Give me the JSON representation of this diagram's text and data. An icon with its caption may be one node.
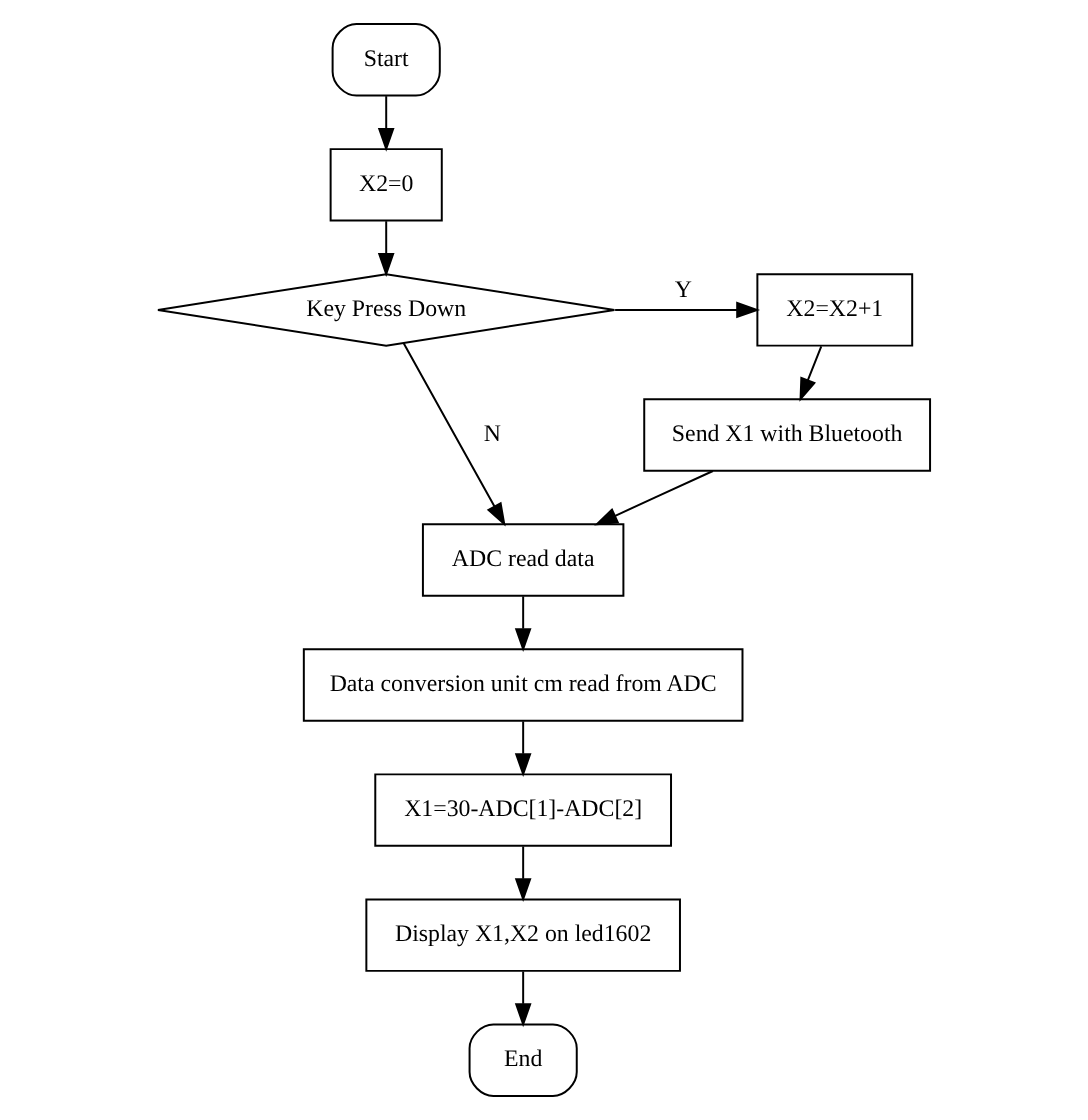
{
  "diagram": {
    "nodes": [
      {
        "text": [
          "Start"
        ]
      },
      {
        "text": [
          "X2=0"
        ]
      },
      {
        "text": [
          "Key Press Down"
        ]
      },
      {
        "text": [
          "X2=X2+1"
        ]
      },
      {
        "text": [
          "Send X1 with Bluetooth"
        ]
      },
      {
        "text": [
          "ADC read data"
        ]
      },
      {
        "text": [
          "Data conversion unit cm read from ADC"
        ]
      },
      {
        "text": [
          "X1=30-ADC[1]-ADC[2]"
        ]
      },
      {
        "text": [
          "Display X1,X2 on led1602"
        ]
      },
      {
        "text": [
          "End"
        ]
      }
    ],
    "edges": [
      {
        "from": 0,
        "to": 1,
        "arrow": "to"
      },
      {
        "from": 1,
        "to": 2,
        "arrow": "to"
      },
      {
        "from": 2,
        "to": 3,
        "arrow": "to",
        "label": "Y"
      },
      {
        "from": 3,
        "to": 4,
        "arrow": "to"
      },
      {
        "from": 2,
        "to": 5,
        "arrow": "to",
        "label": "N"
      },
      {
        "from": 4,
        "to": 5,
        "arrow": "to"
      },
      {
        "from": 5,
        "to": 6,
        "arrow": "to"
      },
      {
        "from": 6,
        "to": 7,
        "arrow": "to"
      },
      {
        "from": 7,
        "to": 8,
        "arrow": "to"
      },
      {
        "from": 8,
        "to": 9,
        "arrow": "to"
      }
    ]
  }
}
